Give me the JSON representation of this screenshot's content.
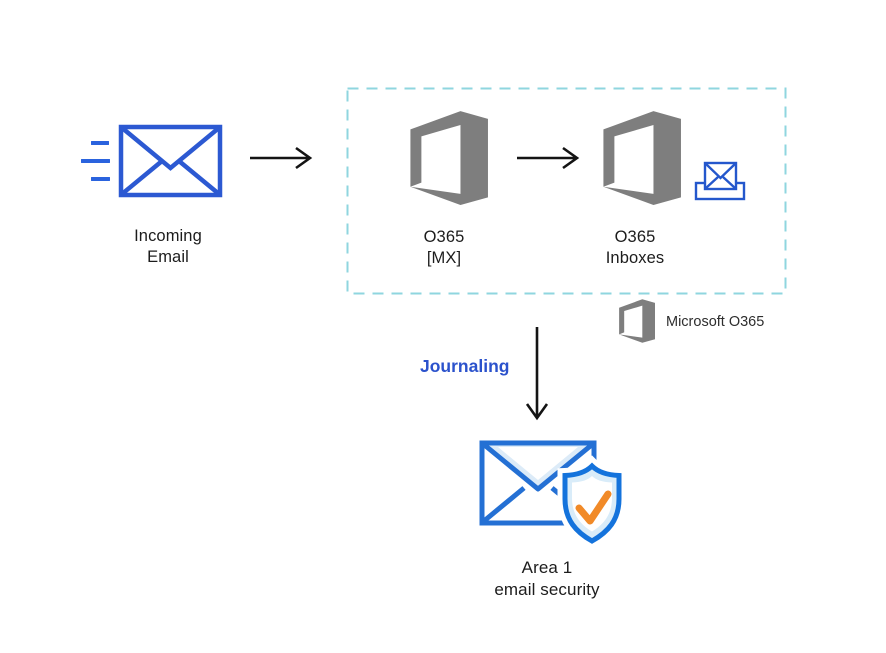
{
  "diagram": {
    "type": "email-flow-architecture",
    "background": "#ffffff",
    "nodes": {
      "incoming_email": {
        "label": "Incoming\nEmail",
        "icon": "envelope-speed-lines-icon"
      },
      "o365_mx": {
        "label": "O365\n[MX]",
        "icon": "office365-logo-icon"
      },
      "o365_inboxes": {
        "label": "O365\nInboxes",
        "icon": "office365-logo-icon",
        "secondary_icon": "inbox-envelope-icon"
      },
      "area1": {
        "label": "Area 1\nemail security",
        "icon": "envelope-shield-check-icon"
      }
    },
    "edges": {
      "incoming_to_mx": {
        "icon": "arrow-right-icon"
      },
      "mx_to_inboxes": {
        "icon": "arrow-right-icon"
      },
      "inboxes_to_area1": {
        "label": "Journaling",
        "icon": "arrow-down-icon"
      }
    },
    "legend": {
      "icon": "office365-logo-icon",
      "label": "Microsoft O365"
    },
    "colors": {
      "envelope_blue": "#2c59d2",
      "speed_line_blue": "#2a63de",
      "office_gray": "#7e7e7e",
      "dashed_border_cyan": "#8fd6df",
      "journaling_blue": "#2b52cc",
      "arrow_black": "#141414",
      "area1_outline_blue": "#2470d4",
      "area1_flap_fill": "#dcebf8",
      "shield_outline_blue": "#1473dc",
      "shield_fill": "#d9ecf9",
      "check_orange": "#f18a28",
      "label_text": "#1c1c1c"
    }
  }
}
